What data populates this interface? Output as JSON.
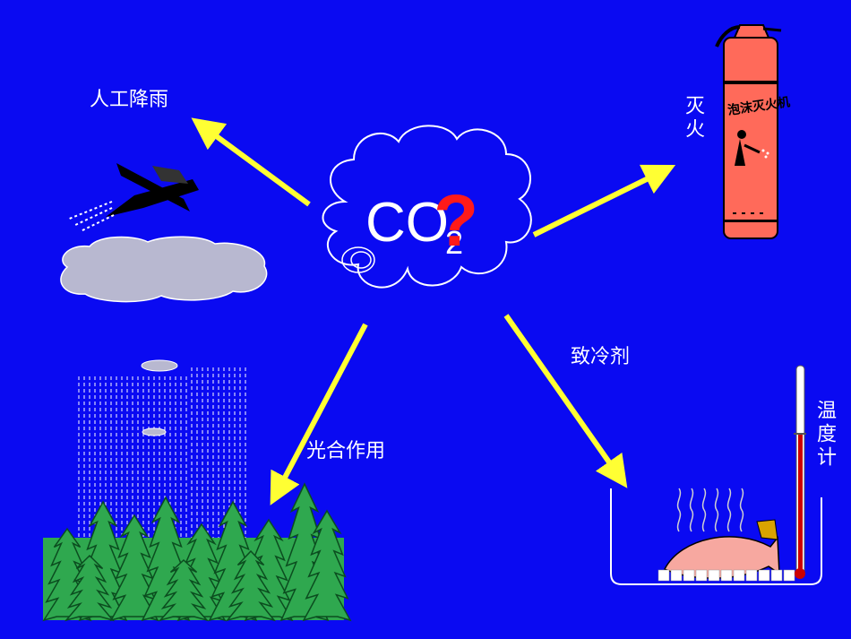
{
  "center": {
    "formula_main": "CO",
    "formula_sub": "2",
    "question_mark": "?"
  },
  "labels": {
    "artificial_rain": "人工降雨",
    "fire_fighting": "灭火",
    "photosynthesis": "光合作用",
    "refrigerant": "致冷剂",
    "thermometer": "温度计"
  },
  "extinguisher_text": "泡沫灭火机",
  "colors": {
    "background": "#0a0af2",
    "arrow": "#ffff33",
    "question_mark": "#ff1a1a",
    "extinguisher": "#ff6a5a",
    "tree": "#2fa84f",
    "rain_cloud": "#b8b8d0"
  }
}
